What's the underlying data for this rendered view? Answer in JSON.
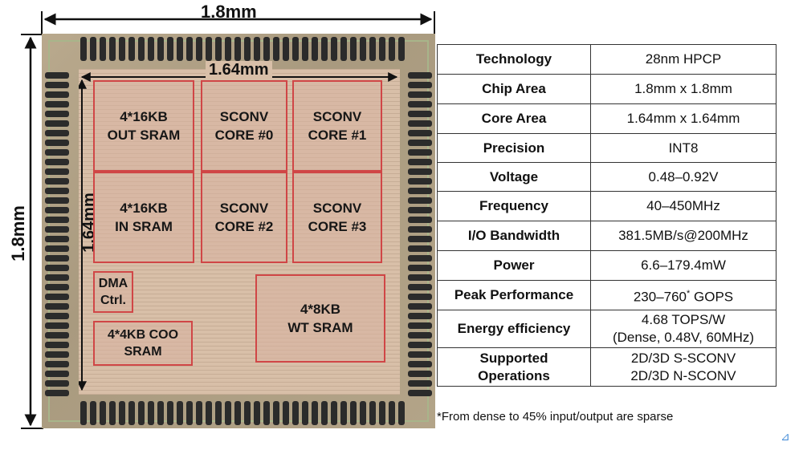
{
  "die": {
    "chip_width_label": "1.8mm",
    "chip_height_label": "1.8mm",
    "core_width_label": "1.64mm",
    "core_height_label": "1.64mm",
    "blocks": {
      "out_sram": [
        "4*16KB",
        "OUT SRAM"
      ],
      "sconv0": [
        "SCONV",
        "CORE #0"
      ],
      "sconv1": [
        "SCONV",
        "CORE #1"
      ],
      "in_sram": [
        "4*16KB",
        "IN SRAM"
      ],
      "sconv2": [
        "SCONV",
        "CORE #2"
      ],
      "sconv3": [
        "SCONV",
        "CORE #3"
      ],
      "dma": [
        "DMA",
        "Ctrl."
      ],
      "coo_sram": [
        "4*4KB COO",
        "SRAM"
      ],
      "wt_sram": [
        "4*8KB",
        "WT SRAM"
      ]
    }
  },
  "specs": [
    {
      "key": "Technology",
      "value": "28nm HPCP"
    },
    {
      "key": "Chip Area",
      "value": "1.8mm x 1.8mm"
    },
    {
      "key": "Core Area",
      "value": "1.64mm x 1.64mm"
    },
    {
      "key": "Precision",
      "value": "INT8"
    },
    {
      "key": "Voltage",
      "value": "0.48–0.92V"
    },
    {
      "key": "Frequency",
      "value": "40–450MHz"
    },
    {
      "key": "I/O Bandwidth",
      "value": "381.5MB/s@200MHz"
    },
    {
      "key": "Power",
      "value": "6.6–179.4mW"
    },
    {
      "key": "Peak Performance",
      "value": "230–760",
      "sup": "*",
      "value_suffix": " GOPS"
    },
    {
      "key": "Energy efficiency",
      "value": "4.68 TOPS/W",
      "value_line2": "(Dense, 0.48V, 60MHz)"
    },
    {
      "key": "Supported",
      "key_line2": "Operations",
      "value": "2D/3D S-SCONV",
      "value_line2": "2D/3D N-SCONV"
    }
  ],
  "footnote": "*From dense to 45% input/output are sparse"
}
